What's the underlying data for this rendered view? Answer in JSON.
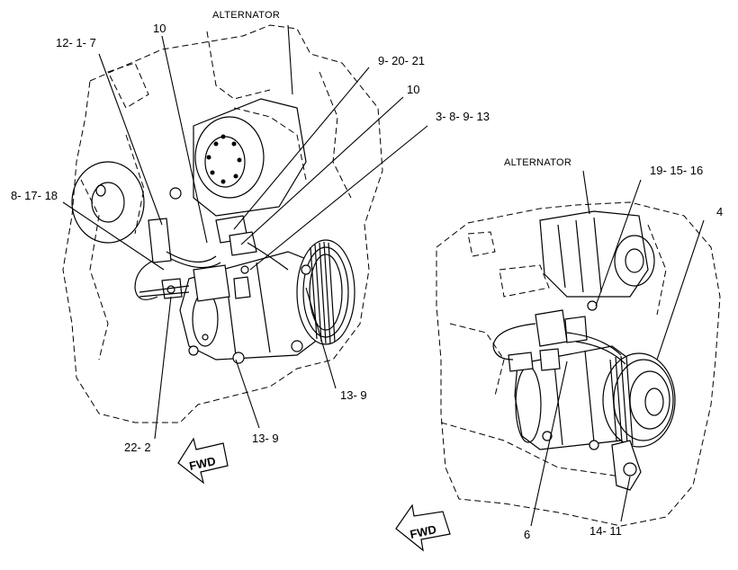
{
  "labels": {
    "left": {
      "alternator": "ALTERNATOR",
      "c_12_1_7": "12- 1- 7",
      "c_10a": "10",
      "c_9_20_21": "9- 20- 21",
      "c_10b": "10",
      "c_3_8_9_13": "3- 8- 9- 13",
      "c_8_17_18": "8- 17- 18",
      "c_13_9a": "13- 9",
      "c_13_9b": "13- 9",
      "c_22_2": "22- 2"
    },
    "right": {
      "alternator": "ALTERNATOR",
      "c_19_15_16": "19- 15- 16",
      "c_4": "4",
      "c_6": "6",
      "c_14_11": "14- 11"
    },
    "fwd_left": "FWD",
    "fwd_right": "FWD"
  }
}
